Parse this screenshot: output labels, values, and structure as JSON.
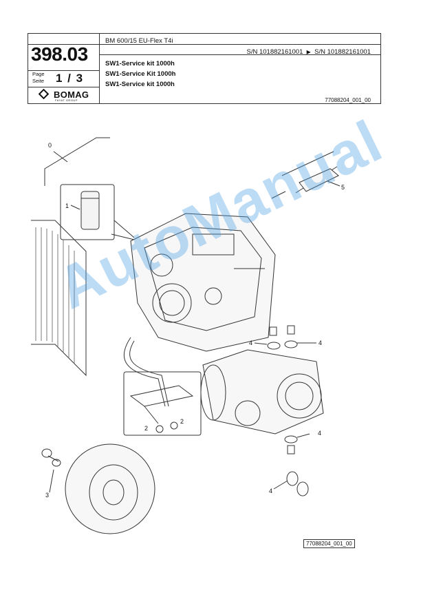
{
  "header": {
    "model": "BM 600/15 EU-Flex T4i",
    "serial_from": "S/N 101882161001",
    "serial_arrow": "▶",
    "serial_to": "S/N 101882161001",
    "part_number": "398.03",
    "page_label_en": "Page",
    "page_label_de": "Seite",
    "page_number": "1 / 3",
    "titles": [
      "SW1-Service kit 1000h",
      "SW1-Service Kit 1000h",
      "SW1-Service kit 1000h"
    ],
    "doc_ref": "77088204_001_00",
    "logo": {
      "text": "BOMAG",
      "sub": "FAYAT GROUP",
      "icon": "bomag-diamond-icon"
    }
  },
  "diagram": {
    "callouts": [
      "0",
      "1",
      "2",
      "2",
      "3",
      "4",
      "4",
      "4",
      "4",
      "5"
    ],
    "footer_ref": "77088204_001_00"
  },
  "watermark": "AutoManual"
}
